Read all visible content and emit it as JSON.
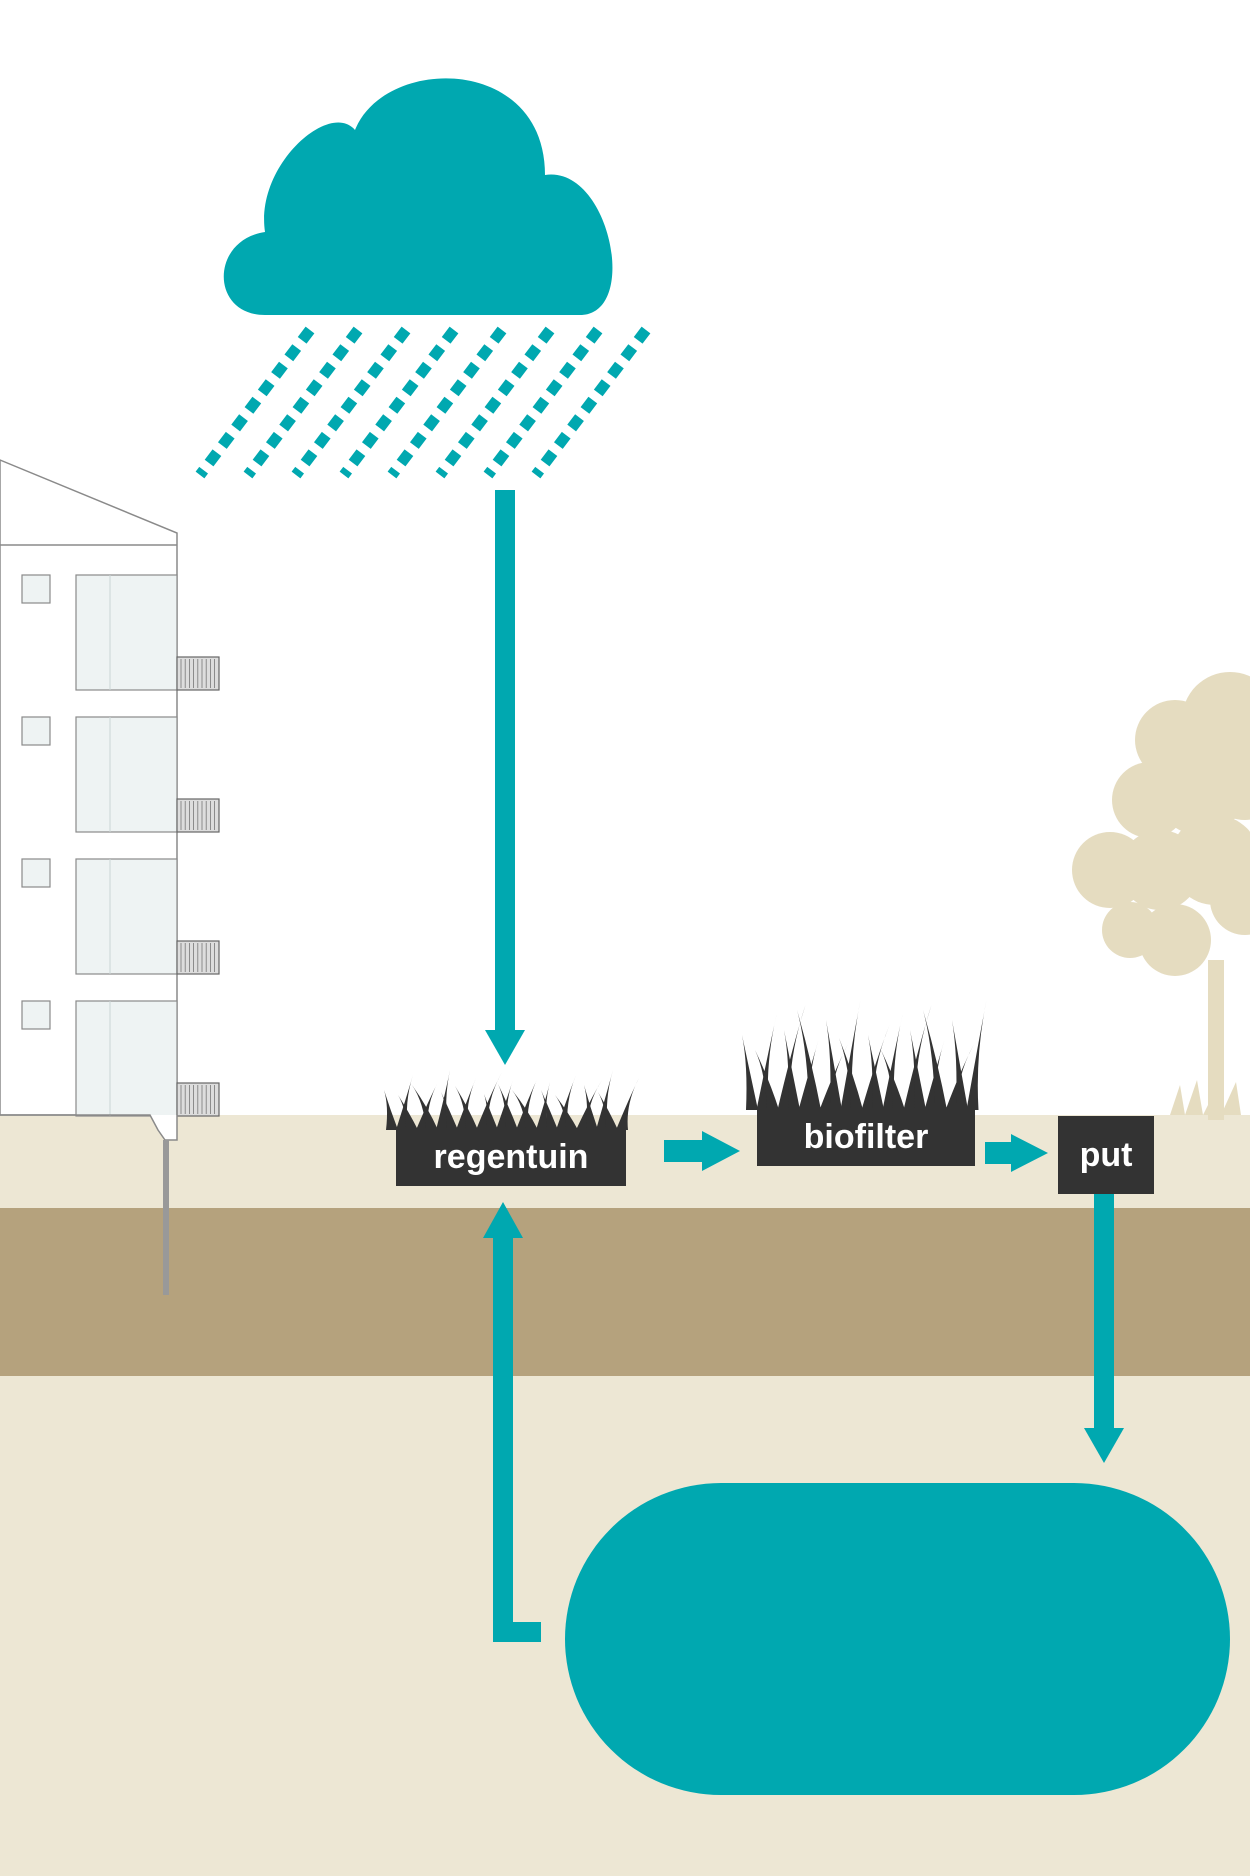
{
  "labels": {
    "regentuin": "regentuin",
    "biofilter": "biofilter",
    "put": "put"
  },
  "colors": {
    "water": "#00a8b0",
    "surface": "#ede7d4",
    "clay": "#b5a27d",
    "tree": "#e5dcc0",
    "label_bg": "#333333",
    "grass": "#333333",
    "building_glass": "#eef3f3"
  },
  "icons": [
    "rain-cloud-icon",
    "grass-icon",
    "tree-icon",
    "building-icon"
  ]
}
